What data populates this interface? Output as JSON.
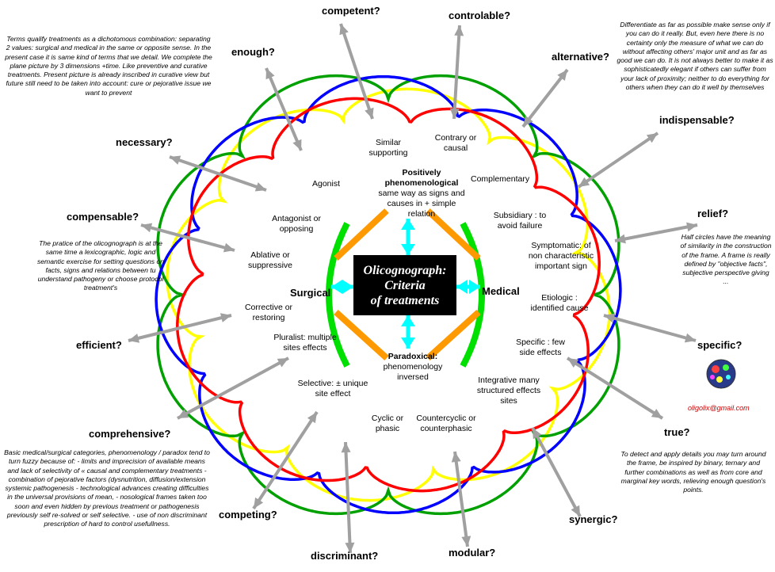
{
  "title_lines": [
    "Olicognograph:",
    "Criteria",
    "of treatments"
  ],
  "sides": {
    "surgical": "Surgical",
    "medical": "Medical"
  },
  "center_labels": {
    "positive_bold": "Positively phenomenological",
    "positive_rest": "same way as signs and causes in + simple relation",
    "paradoxical_bold": "Paradoxical:",
    "paradoxical_rest": "phenomenology inversed"
  },
  "inner_labels": [
    "Similar supporting",
    "Contrary or causal",
    "Agonist",
    "Complementary",
    "Antagonist or opposing",
    "Subsidiary : to avoid failure",
    "Ablative or suppressive",
    "Symptomatic: of non characteristic important sign",
    "Corrective or restoring",
    "Etiologic : identified cause",
    "Pluralist: multiple sites effects",
    "Specific : few side effects",
    "Selective: ± unique site effect",
    "Integrative many structured effects sites",
    "Cyclic or phasic",
    "Countercyclic or counterphasic"
  ],
  "keywords": [
    "competent?",
    "controlable?",
    "enough?",
    "alternative?",
    "necessary?",
    "indispensable?",
    "compensable?",
    "relief?",
    "efficient?",
    "specific?",
    "comprehensive?",
    "true?",
    "competing?",
    "synergic?",
    "discriminant?",
    "modular?"
  ],
  "notes": {
    "top_left": "Terms qualify treatments as a dichotomous combination: separating 2 values: surgical and medical in the same or opposite sense. In the present case it is same kind of terms that we detail. We complete the plane picture by 3 dimensions +time. Like preventive and curative treatments. Present picture is already inscribed in curative view but future still need to be taken into account: cure or pejorative issue we want to prevent",
    "top_right": "Differentiate as far as possible make sense only if you can do it really. But, even here there is no certainty only the measure of what we can do without affecting others' major unit and as far as good we can do. It is not always better to make it as sophisticatedly elegant if others can suffer from your lack of proximity; neither to do everything for others when they can do it well by themselves",
    "mid_left": "The pratice of the olicognograph is at the same time a lexicographic, logic and semantic exercise for setting questions on facts, signs and relations between tu understand pathogeny or choose  protocol treatment's",
    "mid_right": "Half circles have the meaning of similarity in the construction of the frame. A frame is really defined by \"objective facts\", subjective perspective giving ...",
    "bottom_left": "Basic medical/surgical categories, phenomenology / paradox tend to turn fuzzy because of: - limits and imprecision of available means and lack of selectivity of « causal and complementary treatments - combination of pejorative factors (dysnutrition, diffusion/extension systemic pathogenesis - technological advances creating difficulties in the universal provisions of mean, - nosological frames taken too soon and even hidden by previous treatment or pathogenesis previously self re-solved or self selective. - use of non discriminant prescription of hard to control usefullness.",
    "bottom_right": "To detect and apply details you may turn around the frame, be inspired by binary, ternary and further combinations as well as from core and marginal key words, relieving enough question's points."
  },
  "email": "oligolix@gmail.com",
  "colors": {
    "ring_red": "#ff0000",
    "ring_green": "#00a000",
    "ring_blue": "#0000ff",
    "ring_yellow": "#ffff00",
    "arrow_grey": "#a0a0a0",
    "center_orange": "#ff9900",
    "center_green": "#00e000",
    "center_cyan": "#00ffff",
    "center_box": "#000000",
    "email": "#cc0000"
  }
}
